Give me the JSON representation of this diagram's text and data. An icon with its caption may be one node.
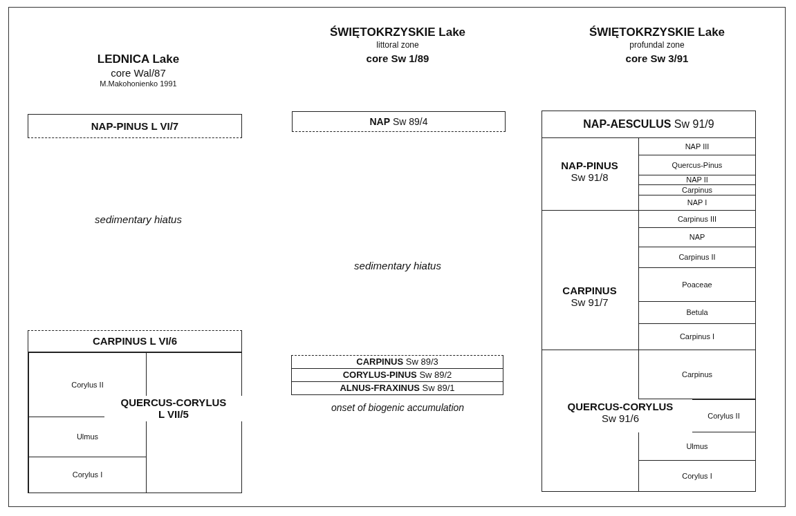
{
  "diagram": {
    "nodes": [
      {
        "text": [
          "NAP-PINUS  L VI/7"
        ]
      },
      {
        "text": [
          "CARPINUS  L VI/6"
        ]
      },
      {
        "text": [
          "QUERCUS-CORYLUS",
          "L VII/5"
        ]
      },
      {
        "text": [
          "Corylus II"
        ],
        "in": 2
      },
      {
        "text": [
          "Ulmus"
        ],
        "in": 2
      },
      {
        "text": [
          "Corylus I"
        ],
        "in": 2
      },
      {
        "text": [
          "**NAP**  Sw 89/4"
        ]
      },
      {
        "text": [
          "**CARPINUS**  Sw 89/3"
        ]
      },
      {
        "text": [
          "**CORYLUS-PINUS**  Sw 89/2"
        ]
      },
      {
        "text": [
          "**ALNUS-FRAXINUS**  Sw 89/1"
        ]
      },
      {
        "text": [
          "**NAP-AESCULUS**  Sw 91/9"
        ]
      },
      {
        "text": [
          "NAP-PINUS",
          "Sw 91/8"
        ]
      },
      {
        "text": [
          "NAP III"
        ],
        "in": 11
      },
      {
        "text": [
          "Quercus-Pinus"
        ],
        "in": 11
      },
      {
        "text": [
          "NAP II"
        ],
        "in": 11
      },
      {
        "text": [
          "Carpinus"
        ],
        "in": 11
      },
      {
        "text": [
          "NAP I"
        ],
        "in": 11
      },
      {
        "text": [
          "CARPINUS",
          "Sw 91/7"
        ]
      },
      {
        "text": [
          "Carpinus III"
        ],
        "in": 17
      },
      {
        "text": [
          "NAP"
        ],
        "in": 17
      },
      {
        "text": [
          "Carpinus II"
        ],
        "in": 17
      },
      {
        "text": [
          "Poaceae"
        ],
        "in": 17
      },
      {
        "text": [
          "Betula"
        ],
        "in": 17
      },
      {
        "text": [
          "Carpinus I"
        ],
        "in": 17
      },
      {
        "text": [
          "QUERCUS-CORYLUS",
          "Sw 91/6"
        ]
      },
      {
        "text": [
          "Carpinus"
        ],
        "in": 24
      },
      {
        "text": [
          "Corylus II"
        ],
        "in": 24
      },
      {
        "text": [
          "Ulmus"
        ],
        "in": 24
      },
      {
        "text": [
          "Corylus I"
        ],
        "in": 24
      }
    ],
    "labels": [
      "LEDNICA Lake",
      "core Wal/87",
      "M.Makohonienko 1991",
      "ŚWIĘTOKRZYSKIE Lake",
      "littoral zone",
      "core Sw 1/89",
      "ŚWIĘTOKRZYSKIE Lake",
      "profundal zone",
      "core Sw 3/91",
      "sedimentary hiatus",
      "sedimentary hiatus",
      "onset of biogenic accumulation"
    ]
  }
}
